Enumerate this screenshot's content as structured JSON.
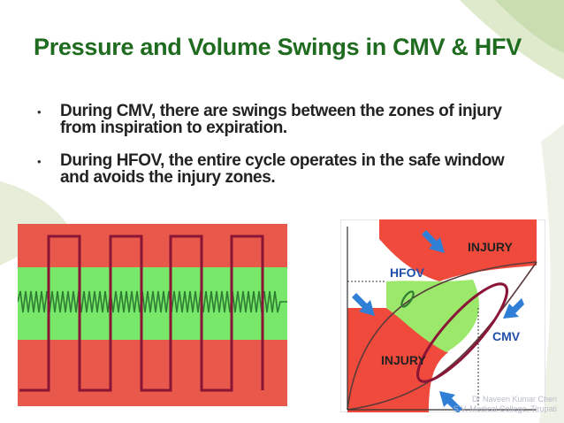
{
  "slide": {
    "title": "Pressure and Volume Swings in CMV & HFV",
    "bullets": [
      {
        "text": "During CMV, there are swings between the zones of injury from inspiration to expiration."
      },
      {
        "text": "During HFOV, the entire cycle operates in the safe window and avoids the injury zones."
      }
    ]
  },
  "waveform_figure": {
    "colors": {
      "danger": "#e8584b",
      "safe": "#77e86a",
      "cmv_wave": "#8a1537",
      "hfov_wave": "#2e7d32"
    }
  },
  "curve_figure": {
    "labels": {
      "injury_top": "INJURY",
      "injury_bottom": "INJURY",
      "hfov": "HFOV",
      "cmv": "CMV"
    },
    "colors": {
      "danger": "#ef4a3c",
      "safe": "#9be86a",
      "loop": "#8a1537",
      "arrow": "#2f7fd6",
      "hfov_text": "#1f4fa8",
      "cmv_text": "#1f4fa8"
    }
  },
  "credit": {
    "line1": "Dr Naveen Kumar Cheri",
    "line2": "S.V. Medical College, Tirupati"
  },
  "theme": {
    "title_color": "#1f6b1f",
    "decor_green": "#c9ddb0"
  }
}
